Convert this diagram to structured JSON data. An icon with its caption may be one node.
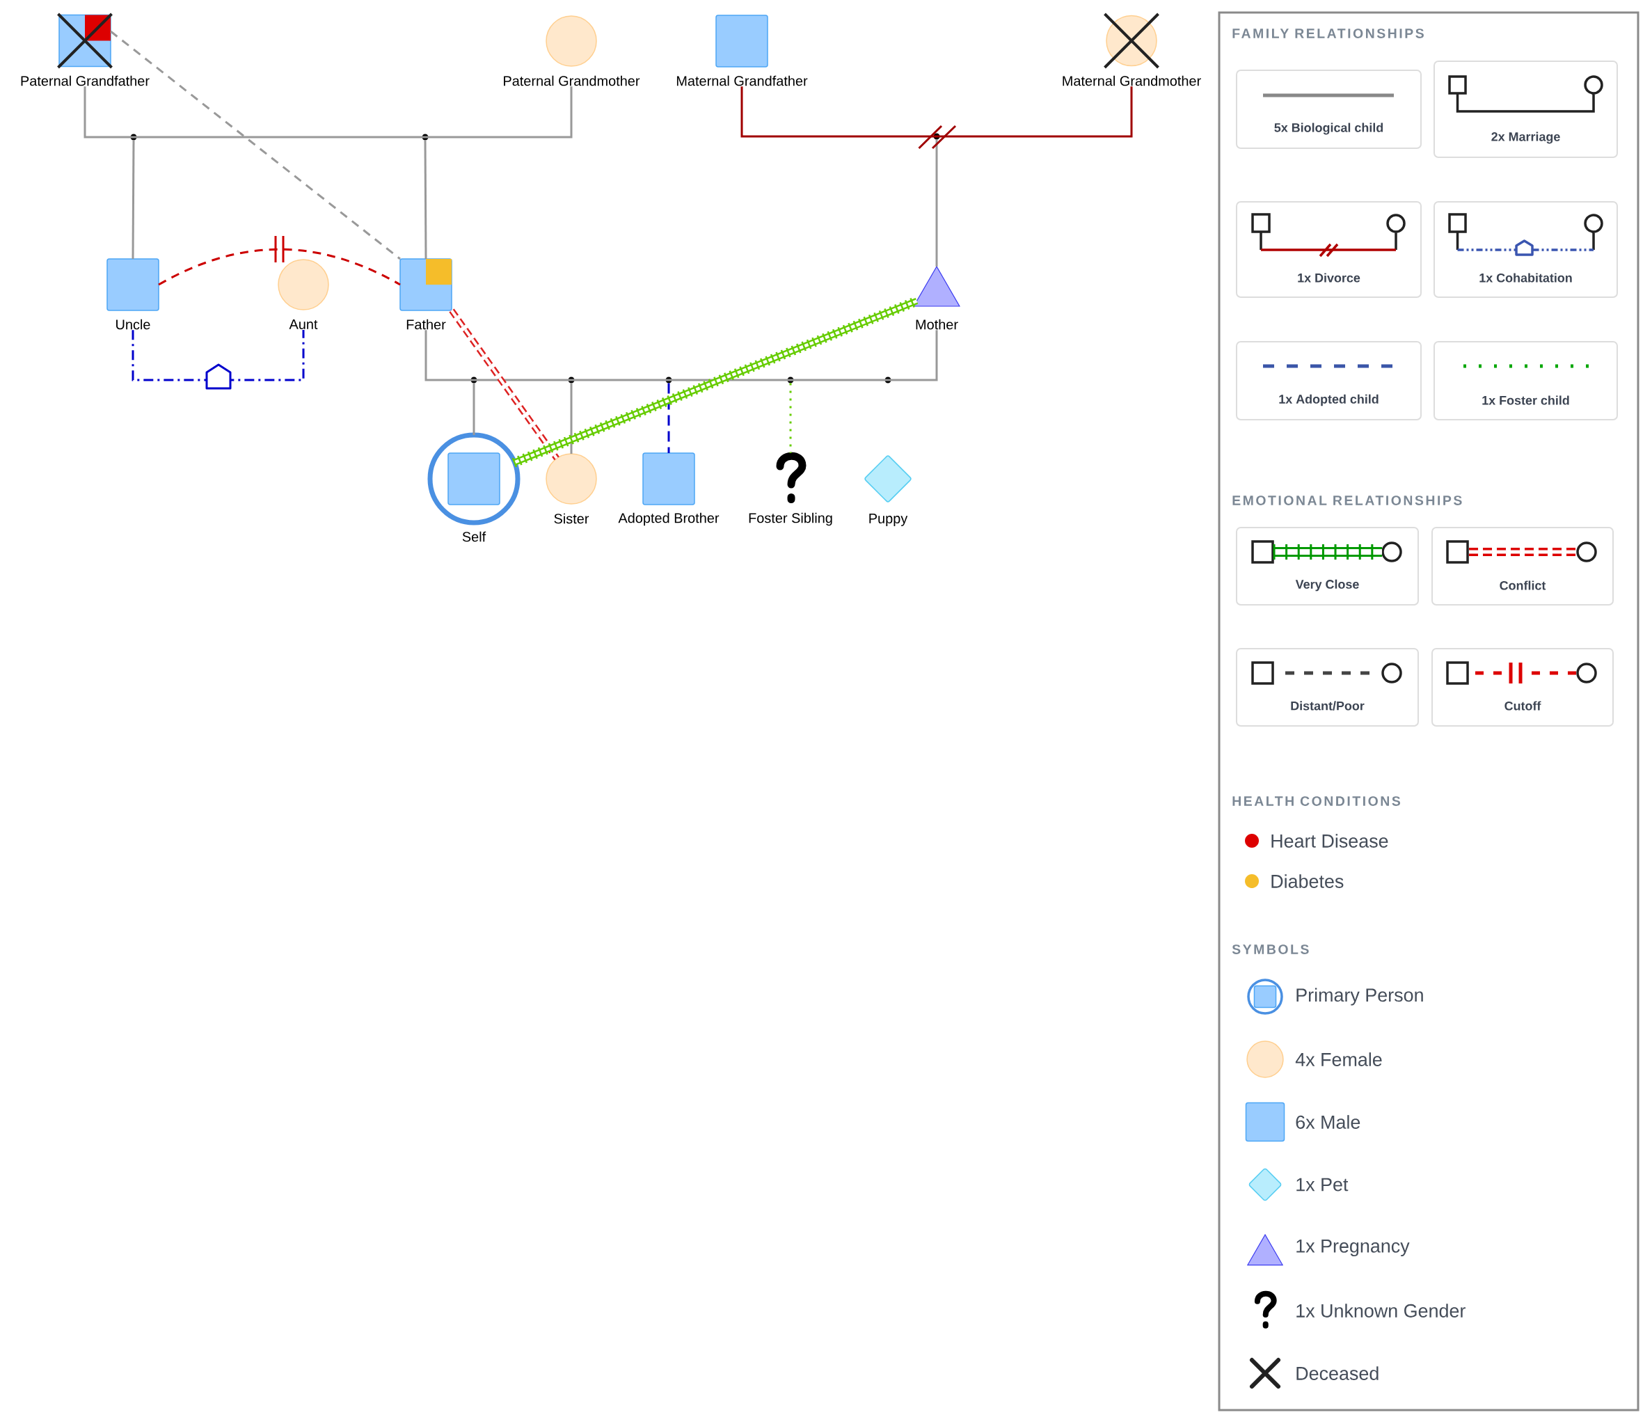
{
  "diagram": {
    "nodes": [
      {
        "text": [
          "Paternal Grandfather"
        ]
      },
      {
        "text": [
          "Paternal Grandmother"
        ]
      },
      {
        "text": [
          "Maternal Grandfather"
        ]
      },
      {
        "text": [
          "Maternal Grandmother"
        ]
      },
      {
        "text": [],
        "shape": "dot"
      },
      {
        "text": [],
        "shape": "dot"
      },
      {
        "text": [],
        "shape": "dot"
      },
      {
        "text": [
          "Uncle"
        ]
      },
      {
        "text": [
          "Aunt"
        ]
      },
      {
        "text": [
          "Father"
        ]
      },
      {
        "text": [
          "Mother"
        ]
      },
      {
        "text": [],
        "shape": "dot"
      },
      {
        "text": [],
        "shape": "dot"
      },
      {
        "text": [],
        "shape": "dot"
      },
      {
        "text": [],
        "shape": "dot"
      },
      {
        "text": [],
        "shape": "dot"
      },
      {
        "text": [
          "Self"
        ]
      },
      {
        "text": [
          "Sister"
        ]
      },
      {
        "text": [
          "Adopted Brother"
        ]
      },
      {
        "text": [
          "Foster Sibling"
        ]
      },
      {
        "text": [
          "Puppy"
        ]
      }
    ],
    "edges": [
      {
        "from": 0,
        "to": 1,
        "arrow": "none"
      },
      {
        "from": 2,
        "to": 3,
        "arrow": "none",
        "color": "#a00000"
      },
      {
        "from": 7,
        "to": 8,
        "arrow": "none",
        "style": "dashed",
        "color": "#0000cc"
      },
      {
        "from": 9,
        "to": 10,
        "arrow": "none"
      },
      {
        "from": 4,
        "to": 7,
        "arrow": "none"
      },
      {
        "from": 5,
        "to": 9,
        "arrow": "none"
      },
      {
        "from": 6,
        "to": 10,
        "arrow": "none"
      },
      {
        "from": 11,
        "to": 16,
        "arrow": "none"
      },
      {
        "from": 12,
        "to": 17,
        "arrow": "none"
      },
      {
        "from": 13,
        "to": 18,
        "arrow": "none",
        "style": "dashed",
        "color": "#0000cc"
      },
      {
        "from": 14,
        "to": 19,
        "arrow": "none",
        "style": "dashed",
        "color": "#66cc00"
      },
      {
        "from": 0,
        "to": 9,
        "arrow": "none",
        "style": "dashed"
      },
      {
        "from": 7,
        "to": 9,
        "arrow": "none",
        "style": "dashed",
        "color": "#cc0000"
      },
      {
        "from": 9,
        "to": 17,
        "arrow": "none",
        "style": "dashed",
        "color": "#dd2222"
      },
      {
        "from": 16,
        "to": 10,
        "arrow": "none",
        "style": "thick",
        "color": "#66cc00"
      }
    ],
    "labels": [
      "FAMILY RELATIONSHIPS",
      "EMOTIONAL RELATIONSHIPS",
      "HEALTH CONDITIONS",
      "SYMBOLS"
    ],
    "legend": [
      {
        "text": "5x Biological child"
      },
      {
        "text": "2x Marriage"
      },
      {
        "text": "1x Divorce"
      },
      {
        "text": "1x Cohabitation"
      },
      {
        "text": "1x Adopted child"
      },
      {
        "text": "1x Foster child"
      },
      {
        "text": "Very Close"
      },
      {
        "text": "Conflict"
      },
      {
        "text": "Distant/Poor"
      },
      {
        "text": "Cutoff"
      },
      {
        "text": "Heart Disease",
        "color": "#dd0000"
      },
      {
        "text": "Diabetes",
        "color": "#f5bd2a"
      },
      {
        "text": "Primary Person"
      },
      {
        "text": "4x Female"
      },
      {
        "text": "6x Male"
      },
      {
        "text": "1x Pet"
      },
      {
        "text": "1x Pregnancy"
      },
      {
        "text": "1x Unknown Gender"
      },
      {
        "text": "Deceased"
      }
    ]
  }
}
